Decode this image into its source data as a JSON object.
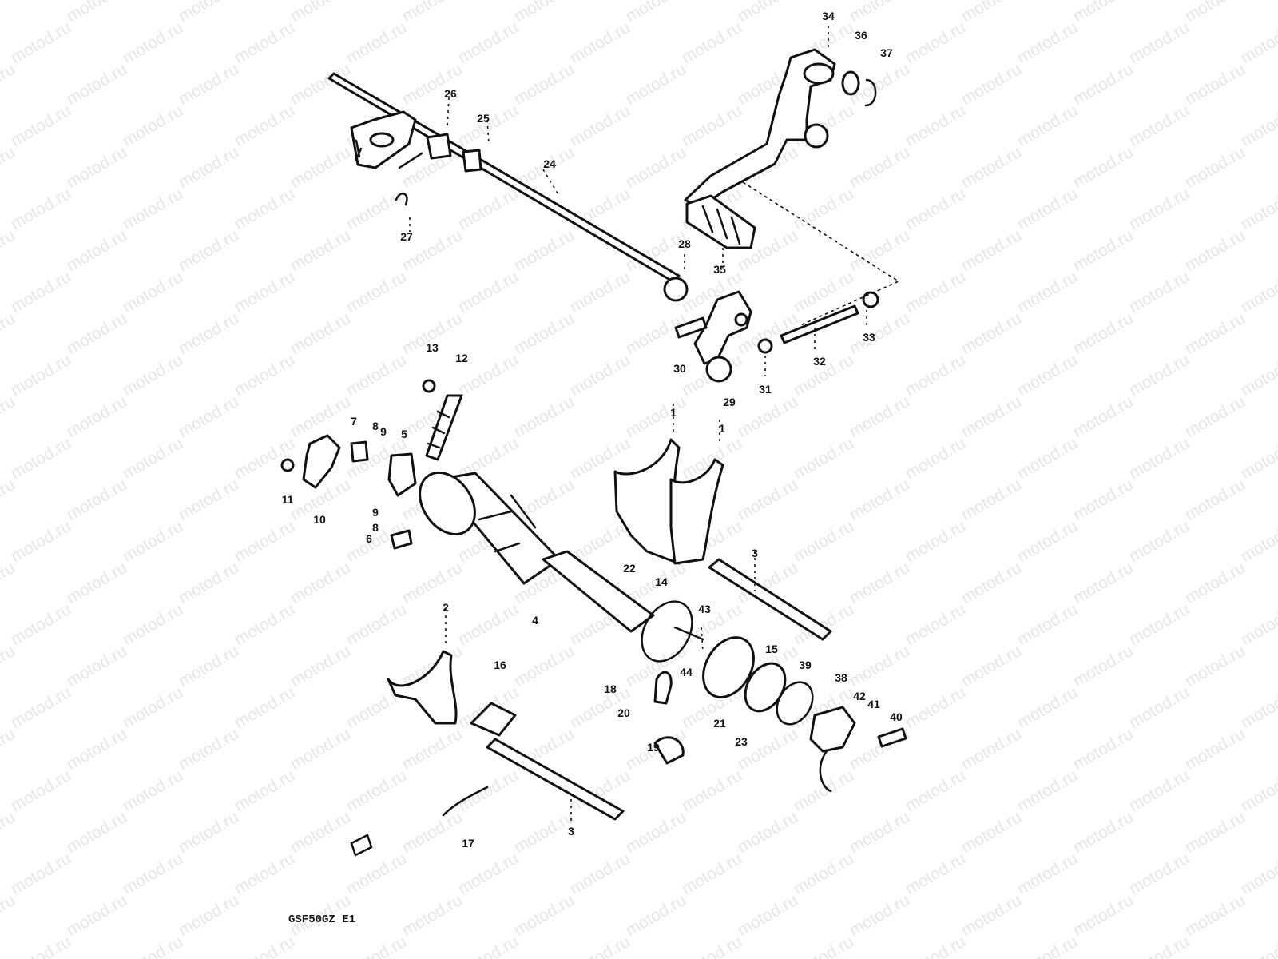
{
  "watermark": "motod.ru",
  "diagram_code": "GSF50GZ E1",
  "parts": [
    "1",
    "1",
    "2",
    "3",
    "3",
    "4",
    "5",
    "6",
    "7",
    "8",
    "8",
    "9",
    "9",
    "10",
    "11",
    "12",
    "13",
    "14",
    "15",
    "16",
    "17",
    "18",
    "19",
    "20",
    "21",
    "22",
    "23",
    "24",
    "25",
    "26",
    "27",
    "28",
    "29",
    "30",
    "31",
    "32",
    "33",
    "34",
    "35",
    "36",
    "37",
    "38",
    "39",
    "40",
    "41",
    "42",
    "43",
    "44"
  ]
}
